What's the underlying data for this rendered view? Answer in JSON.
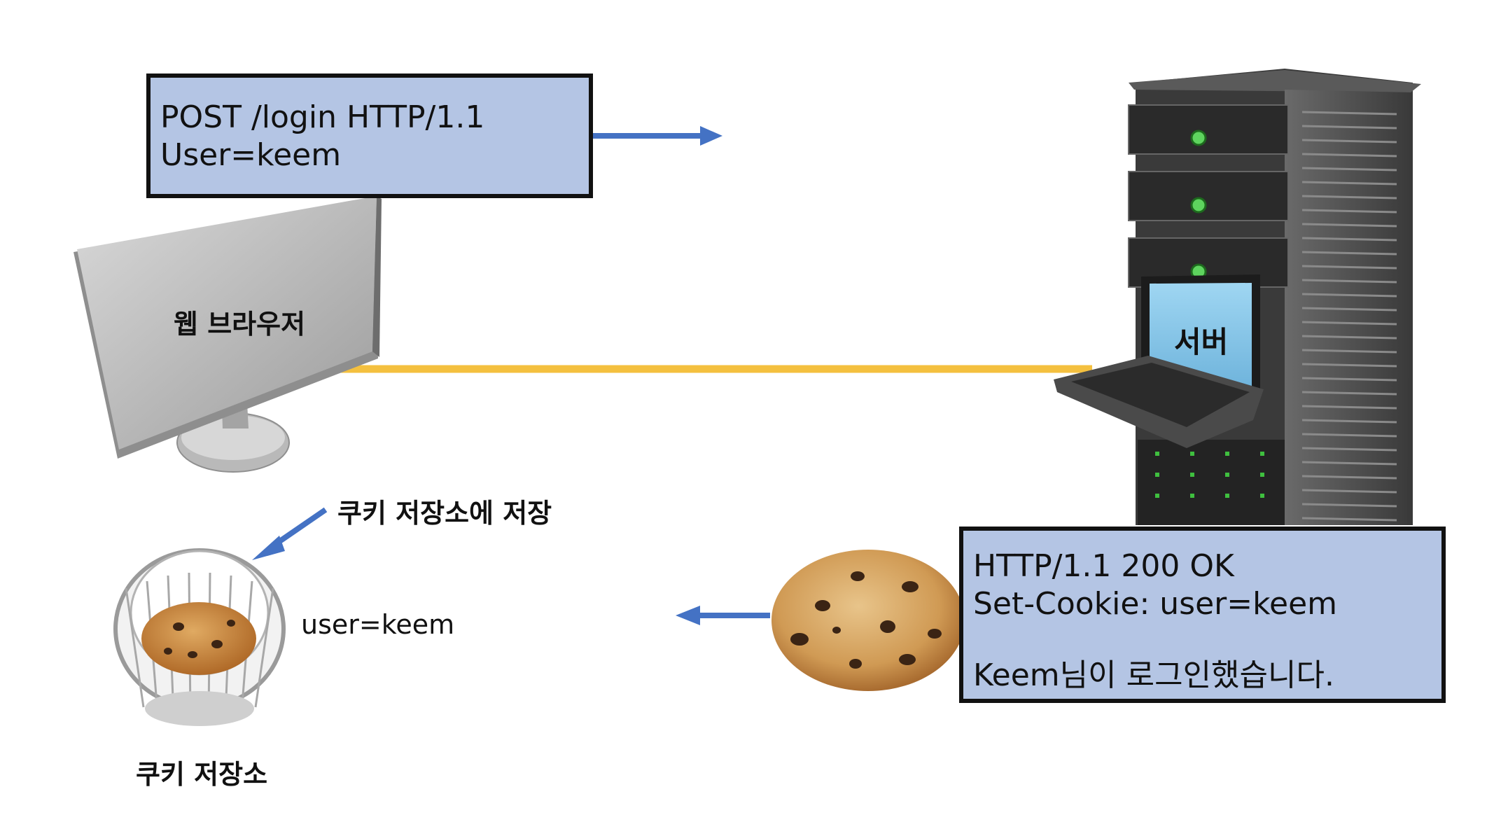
{
  "request": {
    "line1": "POST /login HTTP/1.1",
    "line2": "User=keem"
  },
  "browser": {
    "label": "웹 브라우저"
  },
  "server": {
    "label": "서버"
  },
  "response": {
    "line1": "HTTP/1.1 200 OK",
    "line2": "Set-Cookie: user=keem",
    "line3": "Keem님이 로그인했습니다."
  },
  "cookie_store": {
    "caption": "쿠키 저장소에 저장",
    "value": "user=keem",
    "label": "쿠키 저장소"
  },
  "colors": {
    "box_fill": "#b4c5e4",
    "arrow": "#4472c4",
    "connection_line": "#f4c03f"
  }
}
